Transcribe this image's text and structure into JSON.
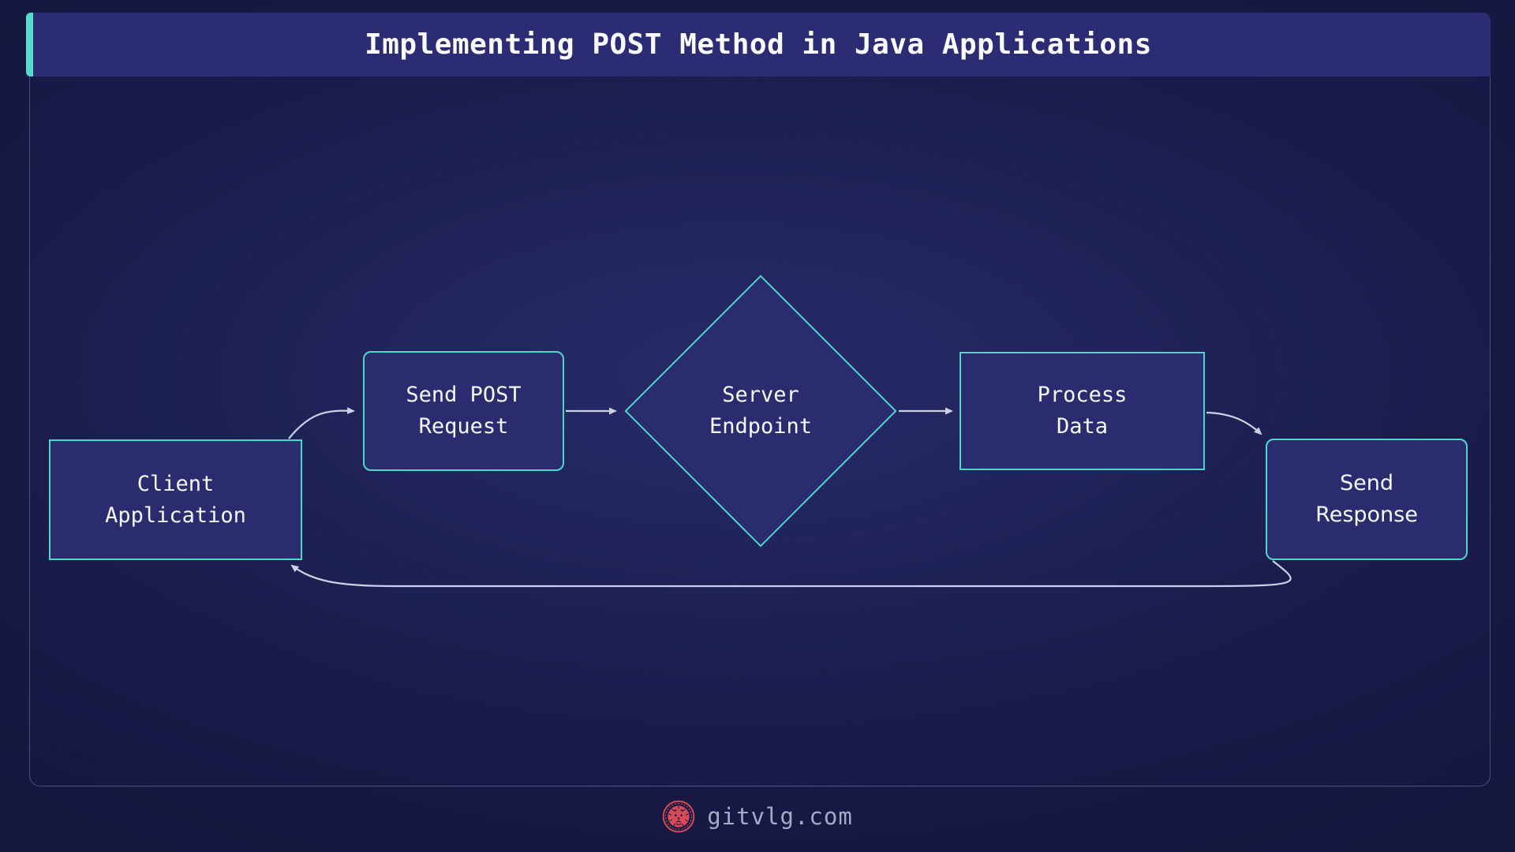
{
  "header": {
    "title": "Implementing POST Method in Java Applications"
  },
  "diagram": {
    "nodes": [
      {
        "id": "client-application",
        "label": "Client\nApplication",
        "shape": "rectangle"
      },
      {
        "id": "send-post-request",
        "label": "Send POST\nRequest",
        "shape": "rounded-rectangle"
      },
      {
        "id": "server-endpoint",
        "label": "Server\nEndpoint",
        "shape": "diamond"
      },
      {
        "id": "process-data",
        "label": "Process\nData",
        "shape": "rectangle"
      },
      {
        "id": "send-response",
        "label": "Send\nResponse",
        "shape": "rounded-rectangle"
      }
    ],
    "edges": [
      {
        "from": "client-application",
        "to": "send-post-request"
      },
      {
        "from": "send-post-request",
        "to": "server-endpoint"
      },
      {
        "from": "server-endpoint",
        "to": "process-data"
      },
      {
        "from": "process-data",
        "to": "send-response"
      },
      {
        "from": "send-response",
        "to": "client-application"
      }
    ]
  },
  "footer": {
    "site": "gitvlg.com",
    "logo": "lion-logo"
  },
  "colors": {
    "accent_teal": "#55dccb",
    "node_border": "#4cd7c8",
    "node_fill": "#2b2c70",
    "header_fill": "#2b2c74",
    "edge": "#ccd0e4",
    "logo_red": "#d84a57",
    "background": "#15173f"
  }
}
